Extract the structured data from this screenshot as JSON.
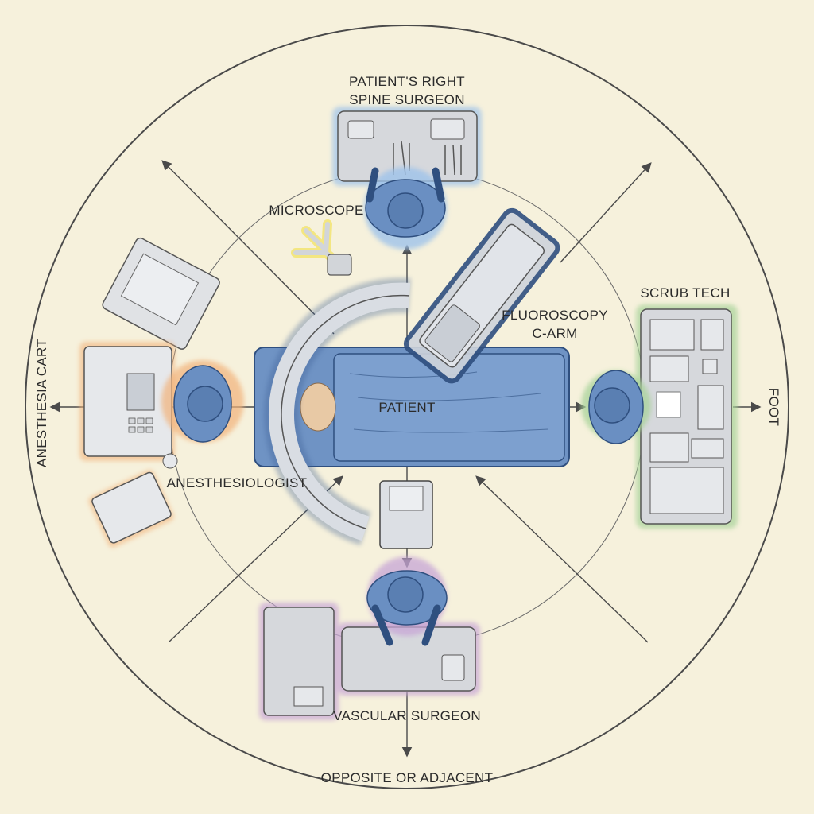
{
  "labels": {
    "top_line1": "PATIENT'S RIGHT",
    "top_line2": "SPINE SURGEON",
    "microscope": "MICROSCOPE",
    "fluoro_line1": "FLUOROSCOPY",
    "fluoro_line2": "C-ARM",
    "scrub_tech": "SCRUB TECH",
    "patient": "PATIENT",
    "anesthesia_cart": "ANESTHESIA CART",
    "anesthesiologist": "ANESTHESIOLOGIST",
    "foot": "FOOT",
    "vascular_surgeon": "VASCULAR SURGEON",
    "bottom": "OPPOSITE OR ADJACENT"
  },
  "colors": {
    "background": "#f6f1dc",
    "line": "#4a4a4a",
    "table_blue": "#6f93c4",
    "gown_blue": "#6a8fc2",
    "spine_surgeon_halo": "#9fc3ea",
    "anesthesia_halo": "#f2b27a",
    "scrub_tech_halo": "#a8d39a",
    "vascular_halo": "#c7a6d6",
    "microscope_halo": "#f3e36a",
    "equipment_gray": "#d6d8dc"
  }
}
